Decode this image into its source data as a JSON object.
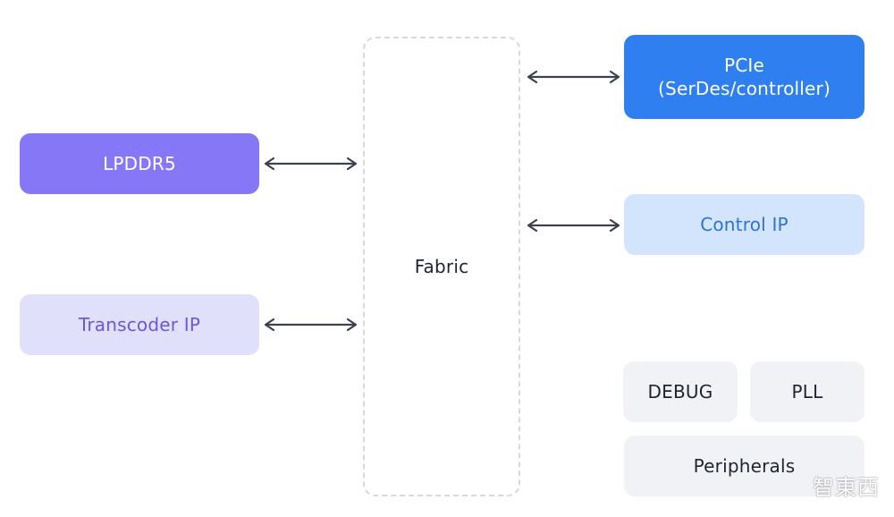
{
  "diagram": {
    "fabric_label": "Fabric",
    "left_blocks": {
      "lpddr5": "LPDDR5",
      "transcoder": "Transcoder IP"
    },
    "right_blocks": {
      "pcie_line1": "PCIe",
      "pcie_line2": "(SerDes/controller)",
      "control": "Control IP",
      "debug": "DEBUG",
      "pll": "PLL",
      "peripherals": "Peripherals"
    },
    "watermark": "智東西",
    "colors": {
      "lpddr5": "#8677f7",
      "transcoder": "#e1e0fb",
      "pcie": "#2f7ff0",
      "control": "#d2e5fc",
      "neutral": "#f1f2f6",
      "arrow": "#3a4250",
      "fabric_border": "#d7d9de"
    }
  }
}
